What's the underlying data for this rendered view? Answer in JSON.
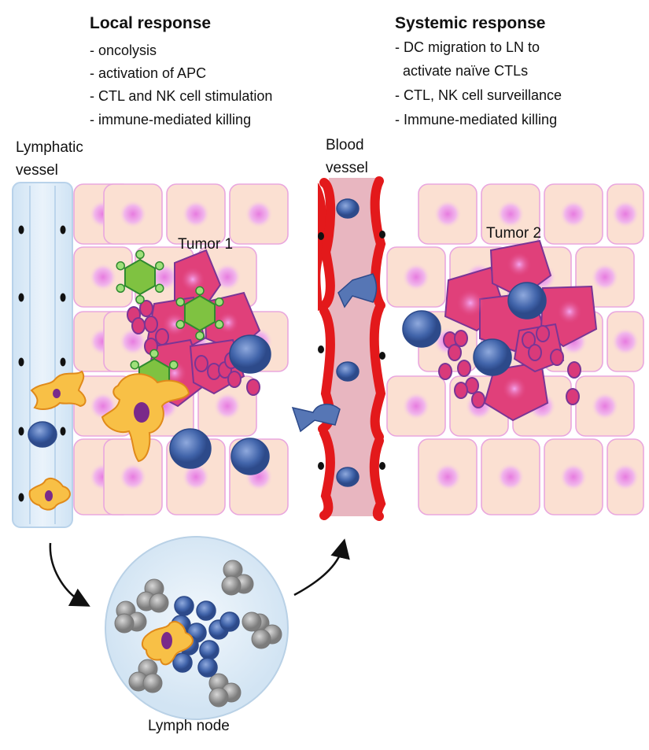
{
  "local": {
    "title": "Local response",
    "items": [
      "- oncolysis",
      "- activation of APC",
      "- CTL and NK cell stimulation",
      "- immune-mediated killing"
    ]
  },
  "systemic": {
    "title": "Systemic response",
    "items": [
      "- DC migration to LN to",
      "  activate naïve CTLs",
      "- CTL, NK cell surveillance",
      "- Immune-mediated killing"
    ]
  },
  "labels": {
    "lymphatic_1": "Lymphatic",
    "lymphatic_2": "vessel",
    "blood_1": "Blood",
    "blood_2": "vessel",
    "tumor1": "Tumor 1",
    "tumor2": "Tumor 2",
    "lymph_node": "Lymph node"
  },
  "colors": {
    "tissue_cell": "#fbe0d2",
    "tissue_outline": "#e9a7de",
    "nucleus": "#e98fe6",
    "tumor_cell": "#e0407a",
    "tumor_outline": "#7a3595",
    "lymphocyte": "#3f5fa8",
    "virus": "#7fc241",
    "dendritic_cell": "#f8c046",
    "blood_vessel": "#e8b6c0",
    "endothelium": "#e3191b",
    "lymphatic": "#d7e7f5"
  }
}
